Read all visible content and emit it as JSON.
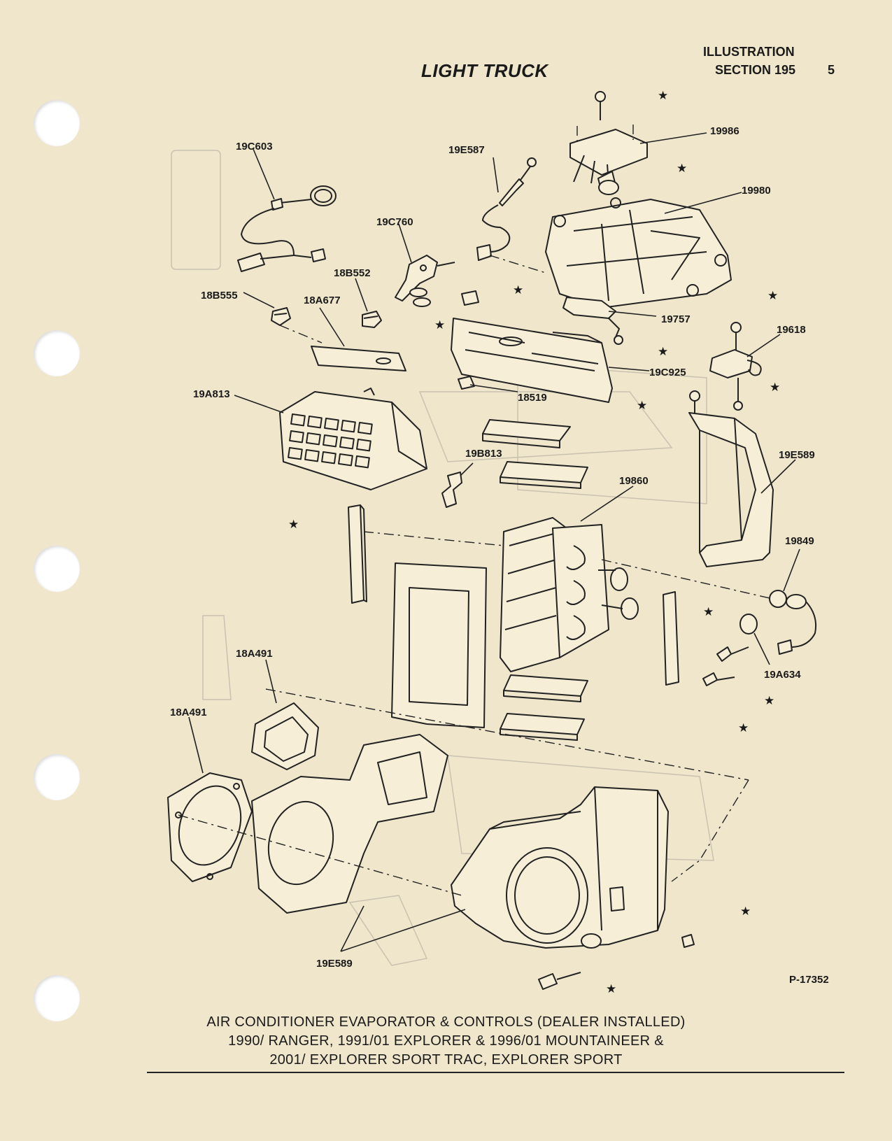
{
  "header": {
    "title": "LIGHT TRUCK",
    "illustration_label": "ILLUSTRATION",
    "section_label": "SECTION 195",
    "page_number": "5"
  },
  "figure": {
    "reference_number": "P-17352",
    "caption_lines": [
      "AIR CONDITIONER EVAPORATOR & CONTROLS (DEALER INSTALLED)",
      "1990/ RANGER, 1991/01 EXPLORER & 1996/01 MOUNTAINEER &",
      "2001/ EXPLORER SPORT TRAC, EXPLORER SPORT"
    ]
  },
  "part_labels": {
    "p19C603": "19C603",
    "p19E587": "19E587",
    "p19986": "19986",
    "p19980": "19980",
    "p19C760": "19C760",
    "p18B552": "18B552",
    "p18B555": "18B555",
    "p18A677": "18A677",
    "p19757": "19757",
    "p19618": "19618",
    "p19C925": "19C925",
    "p18519": "18519",
    "p19A813": "19A813",
    "p19B813": "19B813",
    "p19860": "19860",
    "p19E589_right": "19E589",
    "p19849": "19849",
    "p18A491_upper": "18A491",
    "p18A491_lower": "18A491",
    "p19A634": "19A634",
    "p19E589_bottom": "19E589"
  },
  "callout_symbol": "★"
}
